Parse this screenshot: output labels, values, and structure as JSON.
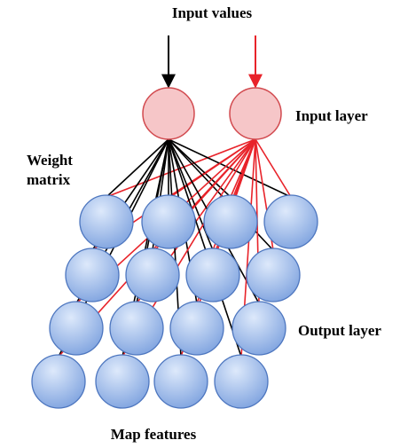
{
  "labels": {
    "input_values": "Input values",
    "input_layer": "Input layer",
    "weight_matrix_line1": "Weight",
    "weight_matrix_line2": "matrix",
    "output_layer": "Output layer",
    "map_features": "Map features"
  },
  "colors": {
    "input_node_fill": "#f6c6c8",
    "input_node_stroke": "#d24a4f",
    "output_node_light": "#dde9fb",
    "output_node_dark": "#7fa3df",
    "output_node_stroke": "#4d76bf",
    "black_connection": "#000000",
    "red_connection": "#e8232a"
  },
  "structure": {
    "input_nodes": 2,
    "output_grid": {
      "rows": 4,
      "cols": 4
    }
  }
}
